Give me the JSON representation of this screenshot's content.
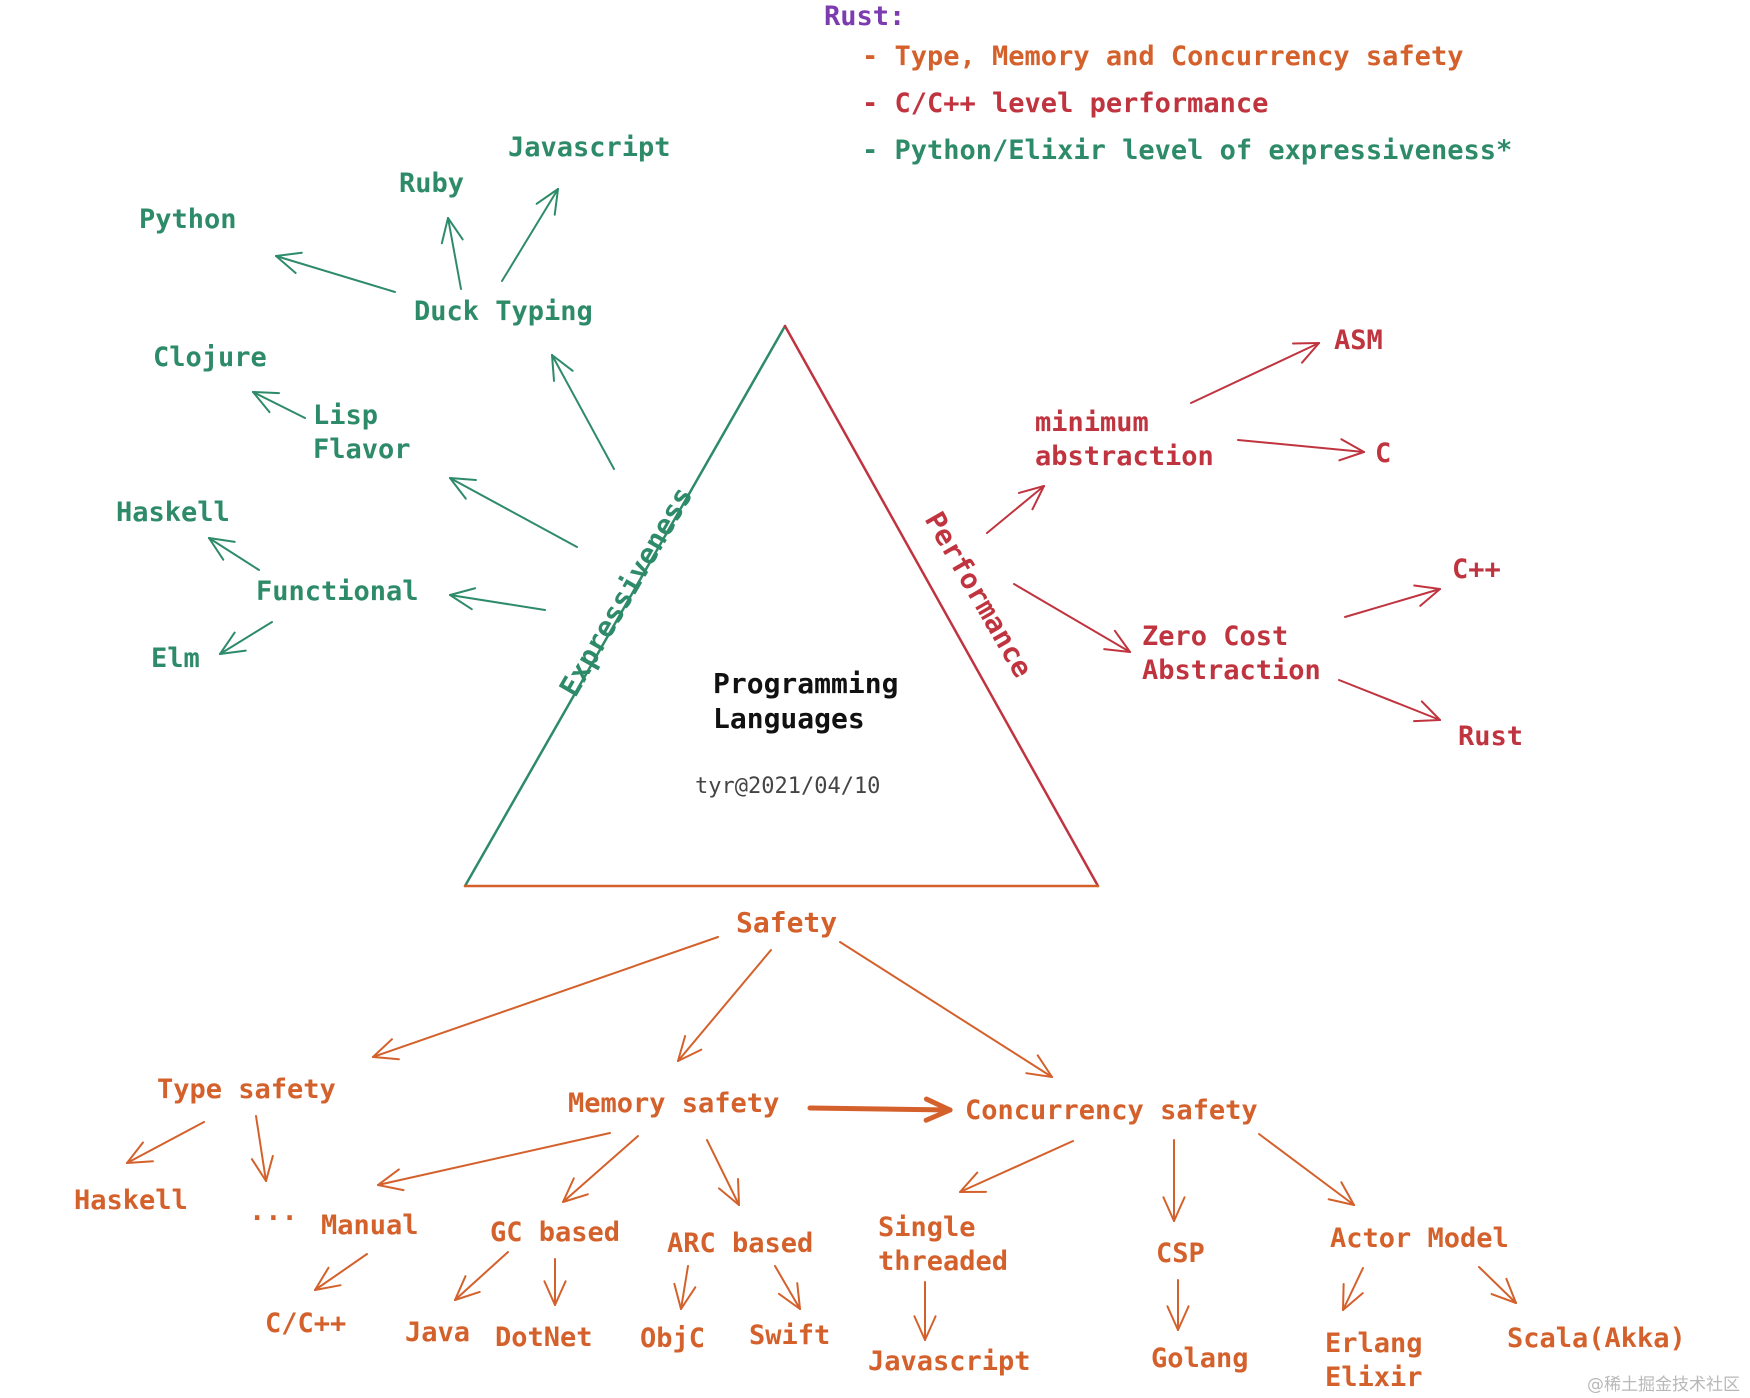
{
  "rust": {
    "title": "Rust:",
    "points": [
      "- Type, Memory and Concurrency safety",
      "- C/C++ level performance",
      "- Python/Elixir level of expressiveness*"
    ]
  },
  "center": {
    "title": "Programming\nLanguages",
    "signature": "tyr@2021/04/10"
  },
  "axes": {
    "expressiveness": "Expressiveness",
    "performance": "Performance",
    "safety": "Safety"
  },
  "expressiveness": {
    "duck_typing": "Duck Typing",
    "python": "Python",
    "ruby": "Ruby",
    "javascript": "Javascript",
    "lisp_flavor": "Lisp\nFlavor",
    "clojure": "Clojure",
    "functional": "Functional",
    "haskell": "Haskell",
    "elm": "Elm"
  },
  "performance": {
    "minimum_abstraction": "minimum\nabstraction",
    "asm": "ASM",
    "c": "C",
    "zero_cost": "Zero Cost\nAbstraction",
    "cpp": "C++",
    "rust": "Rust"
  },
  "safety": {
    "type_safety": "Type safety",
    "haskell": "Haskell",
    "ellipsis": "...",
    "memory_safety": "Memory safety",
    "manual": "Manual",
    "c_cpp": "C/C++",
    "gc_based": "GC based",
    "java": "Java",
    "dotnet": "DotNet",
    "arc_based": "ARC based",
    "objc": "ObjC",
    "swift": "Swift",
    "concurrency_safety": "Concurrency safety",
    "single_threaded": "Single\nthreaded",
    "javascript": "Javascript",
    "csp": "CSP",
    "golang": "Golang",
    "actor_model": "Actor Model",
    "erlang_elixir": "Erlang\nElixir",
    "scala": "Scala(Akka)"
  },
  "watermark": "@稀土掘金技术社区",
  "colors": {
    "expressiveness": "#2e8b6a",
    "performance": "#c0343f",
    "safety": "#d4612b",
    "rust_title": "#7d3bb0"
  }
}
